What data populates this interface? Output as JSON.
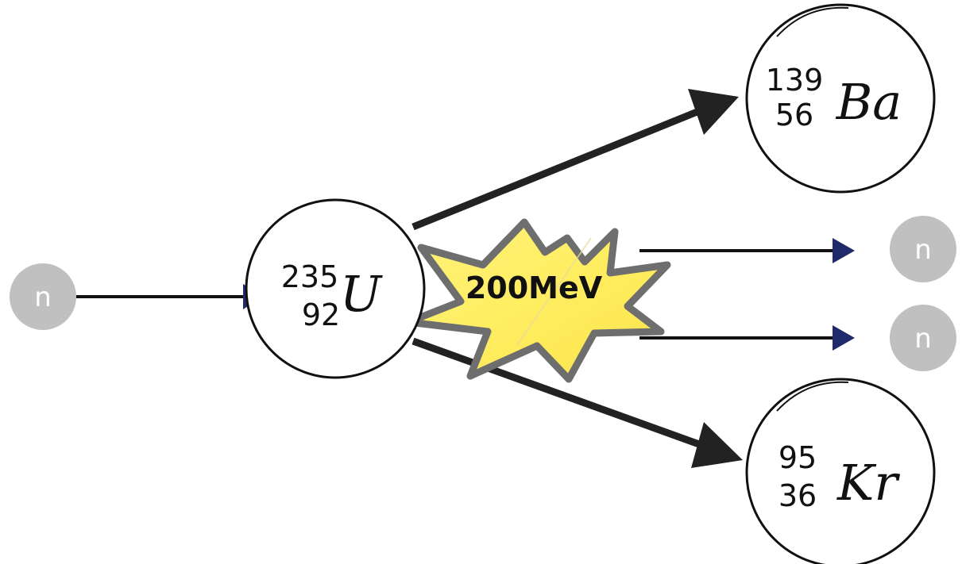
{
  "neutron": {
    "label": "n"
  },
  "uranium": {
    "mass": "235",
    "atomic": "92",
    "symbol": "U"
  },
  "barium": {
    "mass": "139",
    "atomic": "56",
    "symbol": "Ba"
  },
  "krypton": {
    "mass": "95",
    "atomic": "36",
    "symbol": "Kr"
  },
  "energy": {
    "label": "200MeV"
  },
  "colors": {
    "neutron_fill": "#c0c0c0",
    "neutron_arrow": "#1f2a6b",
    "fragment_arrow": "#222222",
    "burst_fill": "#fff06b",
    "burst_stroke": "#7a7a7a"
  }
}
